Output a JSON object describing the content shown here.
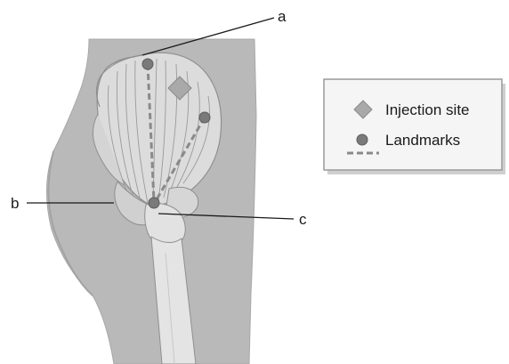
{
  "callouts": {
    "a": "a",
    "b": "b",
    "c": "c"
  },
  "legend": {
    "injection_site_label": "Injection site",
    "landmarks_label": "Landmarks"
  },
  "colors": {
    "silhouette": "#b9b9b9",
    "bone": "#e2e2e2",
    "bone_outline": "#8f8f8f",
    "injection_site": "#a9a9a9",
    "landmark_dot": "#7a7a7a",
    "landmark_line": "#8a8a8a",
    "leader_line": "#1a1a1a",
    "legend_bg": "#f5f5f5",
    "legend_border": "#9a9a9a"
  },
  "icons": {
    "injection_site": "diamond",
    "landmark": "dot-with-dashed-line"
  }
}
